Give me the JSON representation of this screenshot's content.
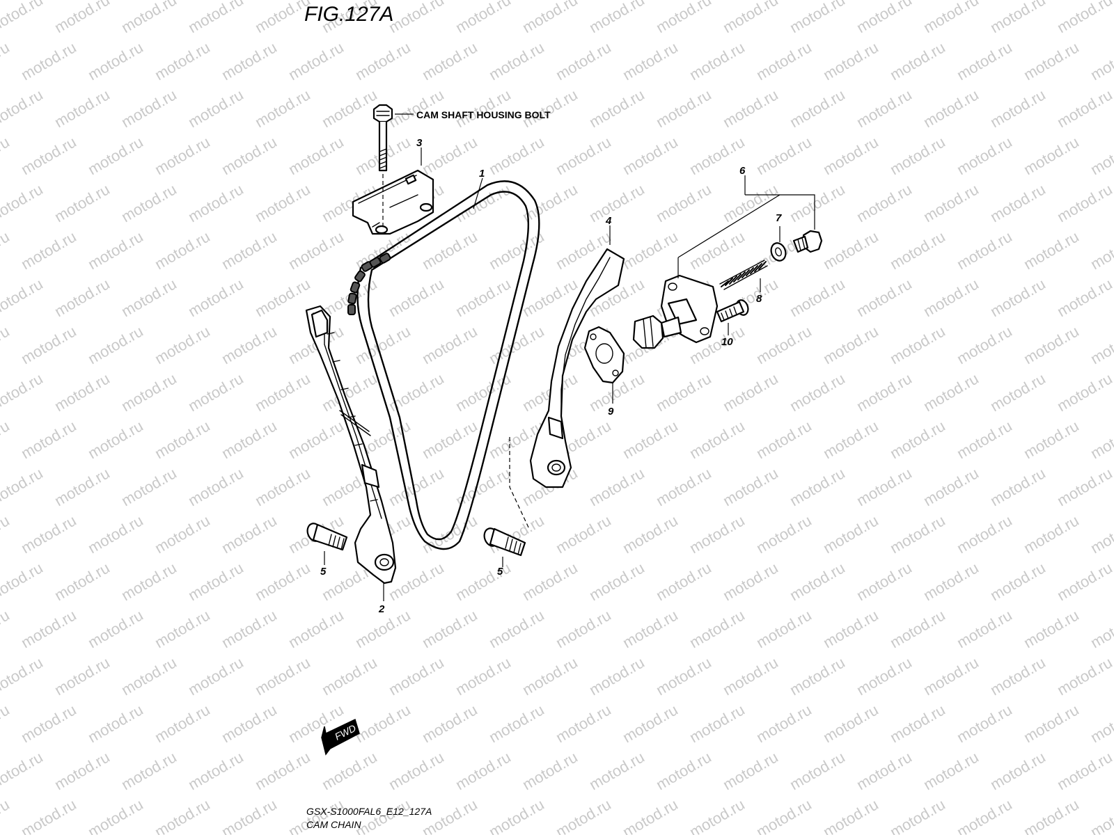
{
  "figure_title": "FIG.127A",
  "watermark_text": "motod.ru",
  "note_cam_shaft_bolt": "CAM SHAFT HOUSING BOLT",
  "callouts": {
    "c1": "1",
    "c2": "2",
    "c3": "3",
    "c4": "4",
    "c5a": "5",
    "c5b": "5",
    "c6": "6",
    "c7": "7",
    "c8": "8",
    "c9": "9",
    "c10": "10"
  },
  "fwd_label": "FWD",
  "footer": {
    "model_code": "GSX-S1000FAL6_E12_127A",
    "section_name": "CAM CHAIN"
  },
  "colors": {
    "line": "#000000",
    "watermark": "#c9c9c9",
    "background": "#ffffff"
  }
}
